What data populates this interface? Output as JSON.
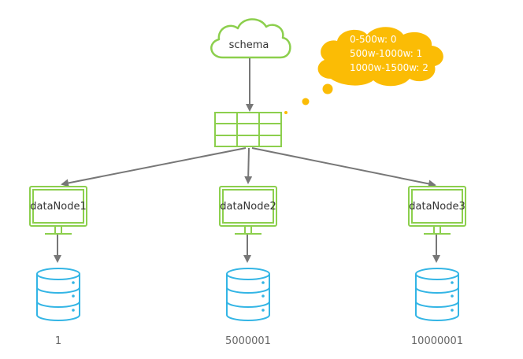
{
  "diagram": {
    "schema": {
      "label": "schema"
    },
    "rule_bubble": {
      "lines": [
        "0-500w: 0",
        "500w-1000w: 1",
        "1000w-1500w: 2"
      ],
      "color": "#fbbc05"
    },
    "nodes": [
      {
        "label": "dataNode1",
        "db_label": "1"
      },
      {
        "label": "dataNode2",
        "db_label": "5000001"
      },
      {
        "label": "dataNode3",
        "db_label": "10000001"
      }
    ],
    "colors": {
      "green": "#8ccf4d",
      "blue": "#33b5e5",
      "arrow": "#777777",
      "text": "#333333",
      "db_text": "#666666"
    }
  }
}
